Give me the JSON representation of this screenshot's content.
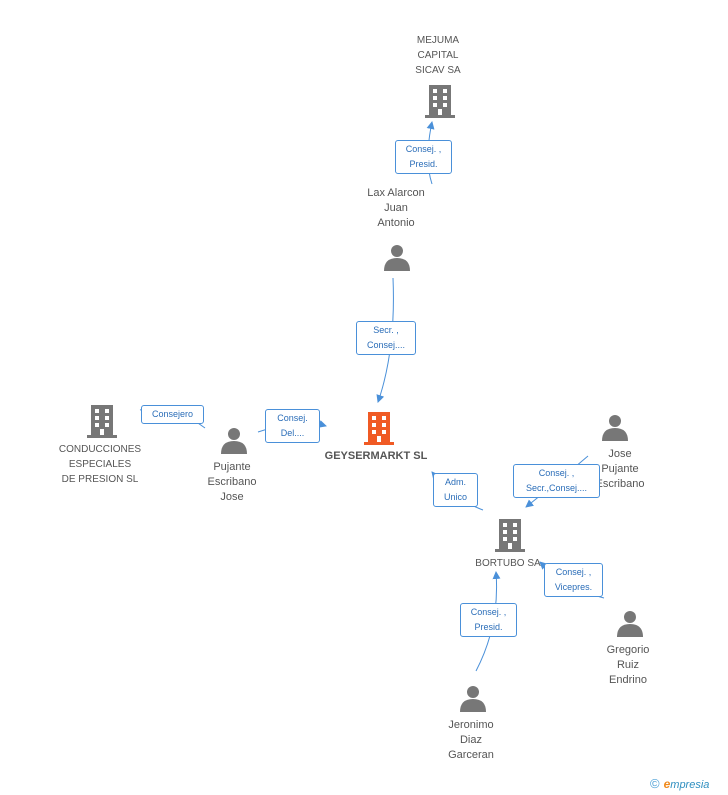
{
  "colors": {
    "edge": "#4a90d9",
    "node": "#777777",
    "focus": "#f05a24"
  },
  "nodes": {
    "mejuma": {
      "lines": [
        "MEJUMA",
        "CAPITAL",
        "SICAV SA"
      ],
      "icon": "building-icon"
    },
    "lax": {
      "lines": [
        "Lax Alarcon",
        "Juan",
        "Antonio"
      ],
      "icon": "person-icon"
    },
    "geysermarkt": {
      "lines": [
        "GEYSERMARKT SL"
      ],
      "icon": "building-icon"
    },
    "conducciones": {
      "lines": [
        "CONDUCCIONES",
        "ESPECIALES",
        "DE PRESION  SL"
      ],
      "icon": "building-icon"
    },
    "pujante": {
      "lines": [
        "Pujante",
        "Escribano",
        "Jose"
      ],
      "icon": "person-icon"
    },
    "jose_pujante": {
      "lines": [
        "Jose",
        "Pujante",
        "Escribano"
      ],
      "icon": "person-icon"
    },
    "bortubo": {
      "lines": [
        "BORTUBO SA"
      ],
      "icon": "building-icon"
    },
    "gregorio": {
      "lines": [
        "Gregorio",
        "Ruiz",
        "Endrino"
      ],
      "icon": "person-icon"
    },
    "jeronimo": {
      "lines": [
        "Jeronimo",
        "Diaz",
        "Garceran"
      ],
      "icon": "person-icon"
    }
  },
  "edges": {
    "lax_mejuma": [
      "Consej. ,",
      "Presid."
    ],
    "lax_geyser": [
      "Secr. ,",
      "Consej...."
    ],
    "pujante_conducciones": [
      "Consejero"
    ],
    "pujante_geyser": [
      "Consej.",
      "Del...."
    ],
    "bortubo_geyser": [
      "Adm.",
      "Unico"
    ],
    "josep_bortubo": [
      "Consej. ,",
      "Secr.,Consej...."
    ],
    "gregorio_bortubo": [
      "Consej. ,",
      "Vicepres."
    ],
    "jeronimo_bortubo": [
      "Consej. ,",
      "Presid."
    ]
  },
  "footer": {
    "copyright": "©",
    "brand_first": "e",
    "brand_rest": "mpresia"
  }
}
